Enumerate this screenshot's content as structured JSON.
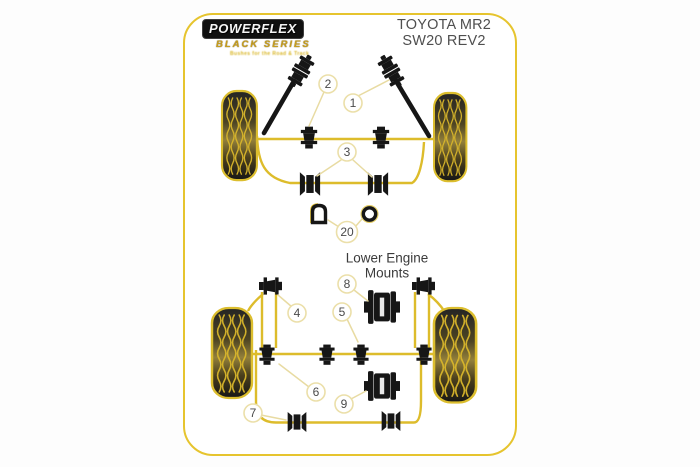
{
  "logo": {
    "brand": "POWERFLEX",
    "series": "BLACK SERIES",
    "tagline": "Bushes for the Road & Track"
  },
  "title": {
    "line1": "TOYOTA MR2",
    "line2": "SW20 REV2"
  },
  "diagram": {
    "section_label_line1": "Lower Engine",
    "section_label_line2": "Mounts",
    "callouts": {
      "c1": "1",
      "c2": "2",
      "c3": "3",
      "c4": "4",
      "c5": "5",
      "c6": "6",
      "c7": "7",
      "c8": "8",
      "c9": "9",
      "c20": "20"
    },
    "colors": {
      "card_border_yellow": "#e6c42e",
      "bar_yellow": "#ddbc2b",
      "leader_yellow": "#e8dba2",
      "part_black": "#161616",
      "number_gray": "#4a4a4a"
    }
  }
}
